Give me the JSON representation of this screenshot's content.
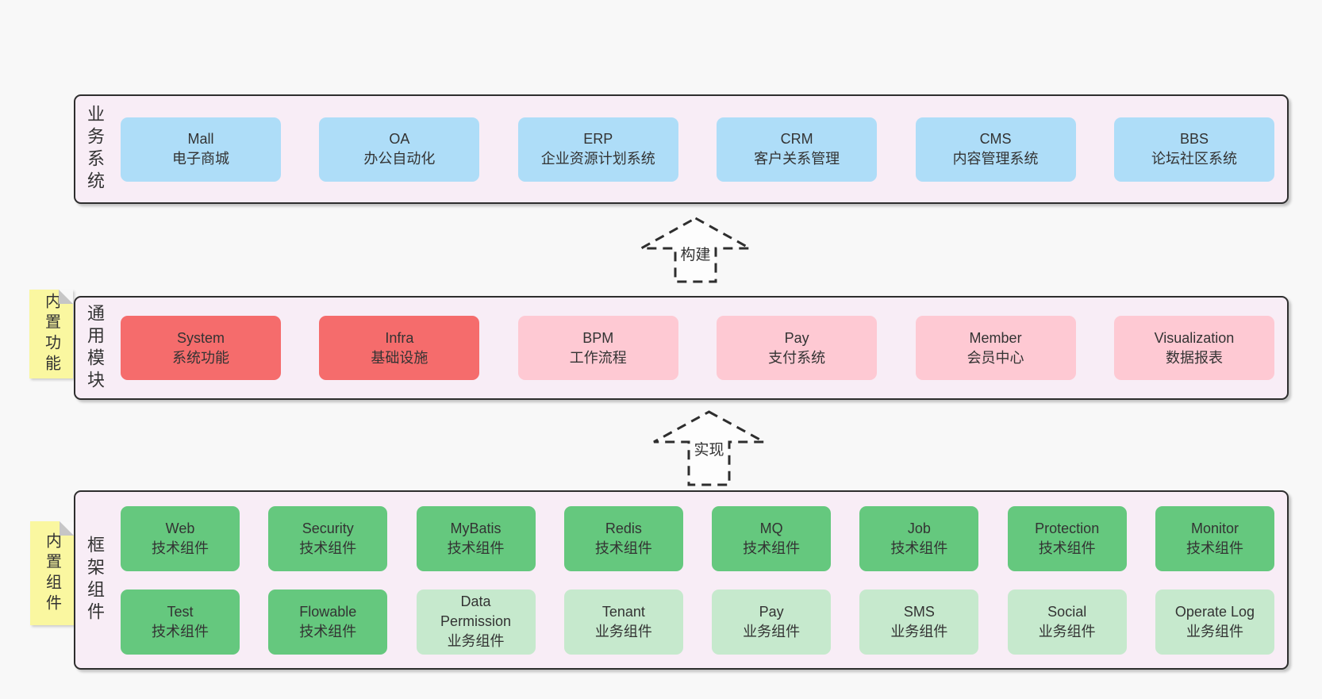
{
  "colors": {
    "page_bg": "#f8f8f8",
    "layer_bg": "#f8edf6",
    "layer_border": "#2e2e2e",
    "business_box_blue": "#aeddf8",
    "core_module_red": "#f56c6c",
    "module_pink": "#fec9d3",
    "tech_component_green": "#65c87e",
    "biz_component_light_green": "#c6e9cd",
    "note_yellow": "#faf7a0",
    "text": "#333333"
  },
  "layers": [
    {
      "label": "业务系统",
      "boxes": [
        {
          "name": "Mall",
          "desc": "电子商城"
        },
        {
          "name": "OA",
          "desc": "办公自动化"
        },
        {
          "name": "ERP",
          "desc": "企业资源计划系统"
        },
        {
          "name": "CRM",
          "desc": "客户关系管理"
        },
        {
          "name": "CMS",
          "desc": "内容管理系统"
        },
        {
          "name": "BBS",
          "desc": "论坛社区系统"
        }
      ]
    },
    {
      "label": "通用模块",
      "note": "内置功能",
      "boxes": [
        {
          "name": "System",
          "desc": "系统功能",
          "variant": "red"
        },
        {
          "name": "Infra",
          "desc": "基础设施",
          "variant": "red"
        },
        {
          "name": "BPM",
          "desc": "工作流程",
          "variant": "pink"
        },
        {
          "name": "Pay",
          "desc": "支付系统",
          "variant": "pink"
        },
        {
          "name": "Member",
          "desc": "会员中心",
          "variant": "pink"
        },
        {
          "name": "Visualization",
          "desc": "数据报表",
          "variant": "pink"
        }
      ]
    },
    {
      "label": "框架组件",
      "note": "内置组件",
      "rows": [
        [
          {
            "name": "Web",
            "desc": "技术组件",
            "variant": "green"
          },
          {
            "name": "Security",
            "desc": "技术组件",
            "variant": "green"
          },
          {
            "name": "MyBatis",
            "desc": "技术组件",
            "variant": "green"
          },
          {
            "name": "Redis",
            "desc": "技术组件",
            "variant": "green"
          },
          {
            "name": "MQ",
            "desc": "技术组件",
            "variant": "green"
          },
          {
            "name": "Job",
            "desc": "技术组件",
            "variant": "green"
          },
          {
            "name": "Protection",
            "desc": "技术组件",
            "variant": "green"
          },
          {
            "name": "Monitor",
            "desc": "技术组件",
            "variant": "green"
          }
        ],
        [
          {
            "name": "Test",
            "desc": "技术组件",
            "variant": "green"
          },
          {
            "name": "Flowable",
            "desc": "技术组件",
            "variant": "green"
          },
          {
            "name": "Data Permission",
            "desc": "业务组件",
            "variant": "lightgreen"
          },
          {
            "name": "Tenant",
            "desc": "业务组件",
            "variant": "lightgreen"
          },
          {
            "name": "Pay",
            "desc": "业务组件",
            "variant": "lightgreen"
          },
          {
            "name": "SMS",
            "desc": "业务组件",
            "variant": "lightgreen"
          },
          {
            "name": "Social",
            "desc": "业务组件",
            "variant": "lightgreen"
          },
          {
            "name": "Operate Log",
            "desc": "业务组件",
            "variant": "lightgreen"
          }
        ]
      ]
    }
  ],
  "arrows": [
    {
      "label": "构建"
    },
    {
      "label": "实现"
    }
  ]
}
